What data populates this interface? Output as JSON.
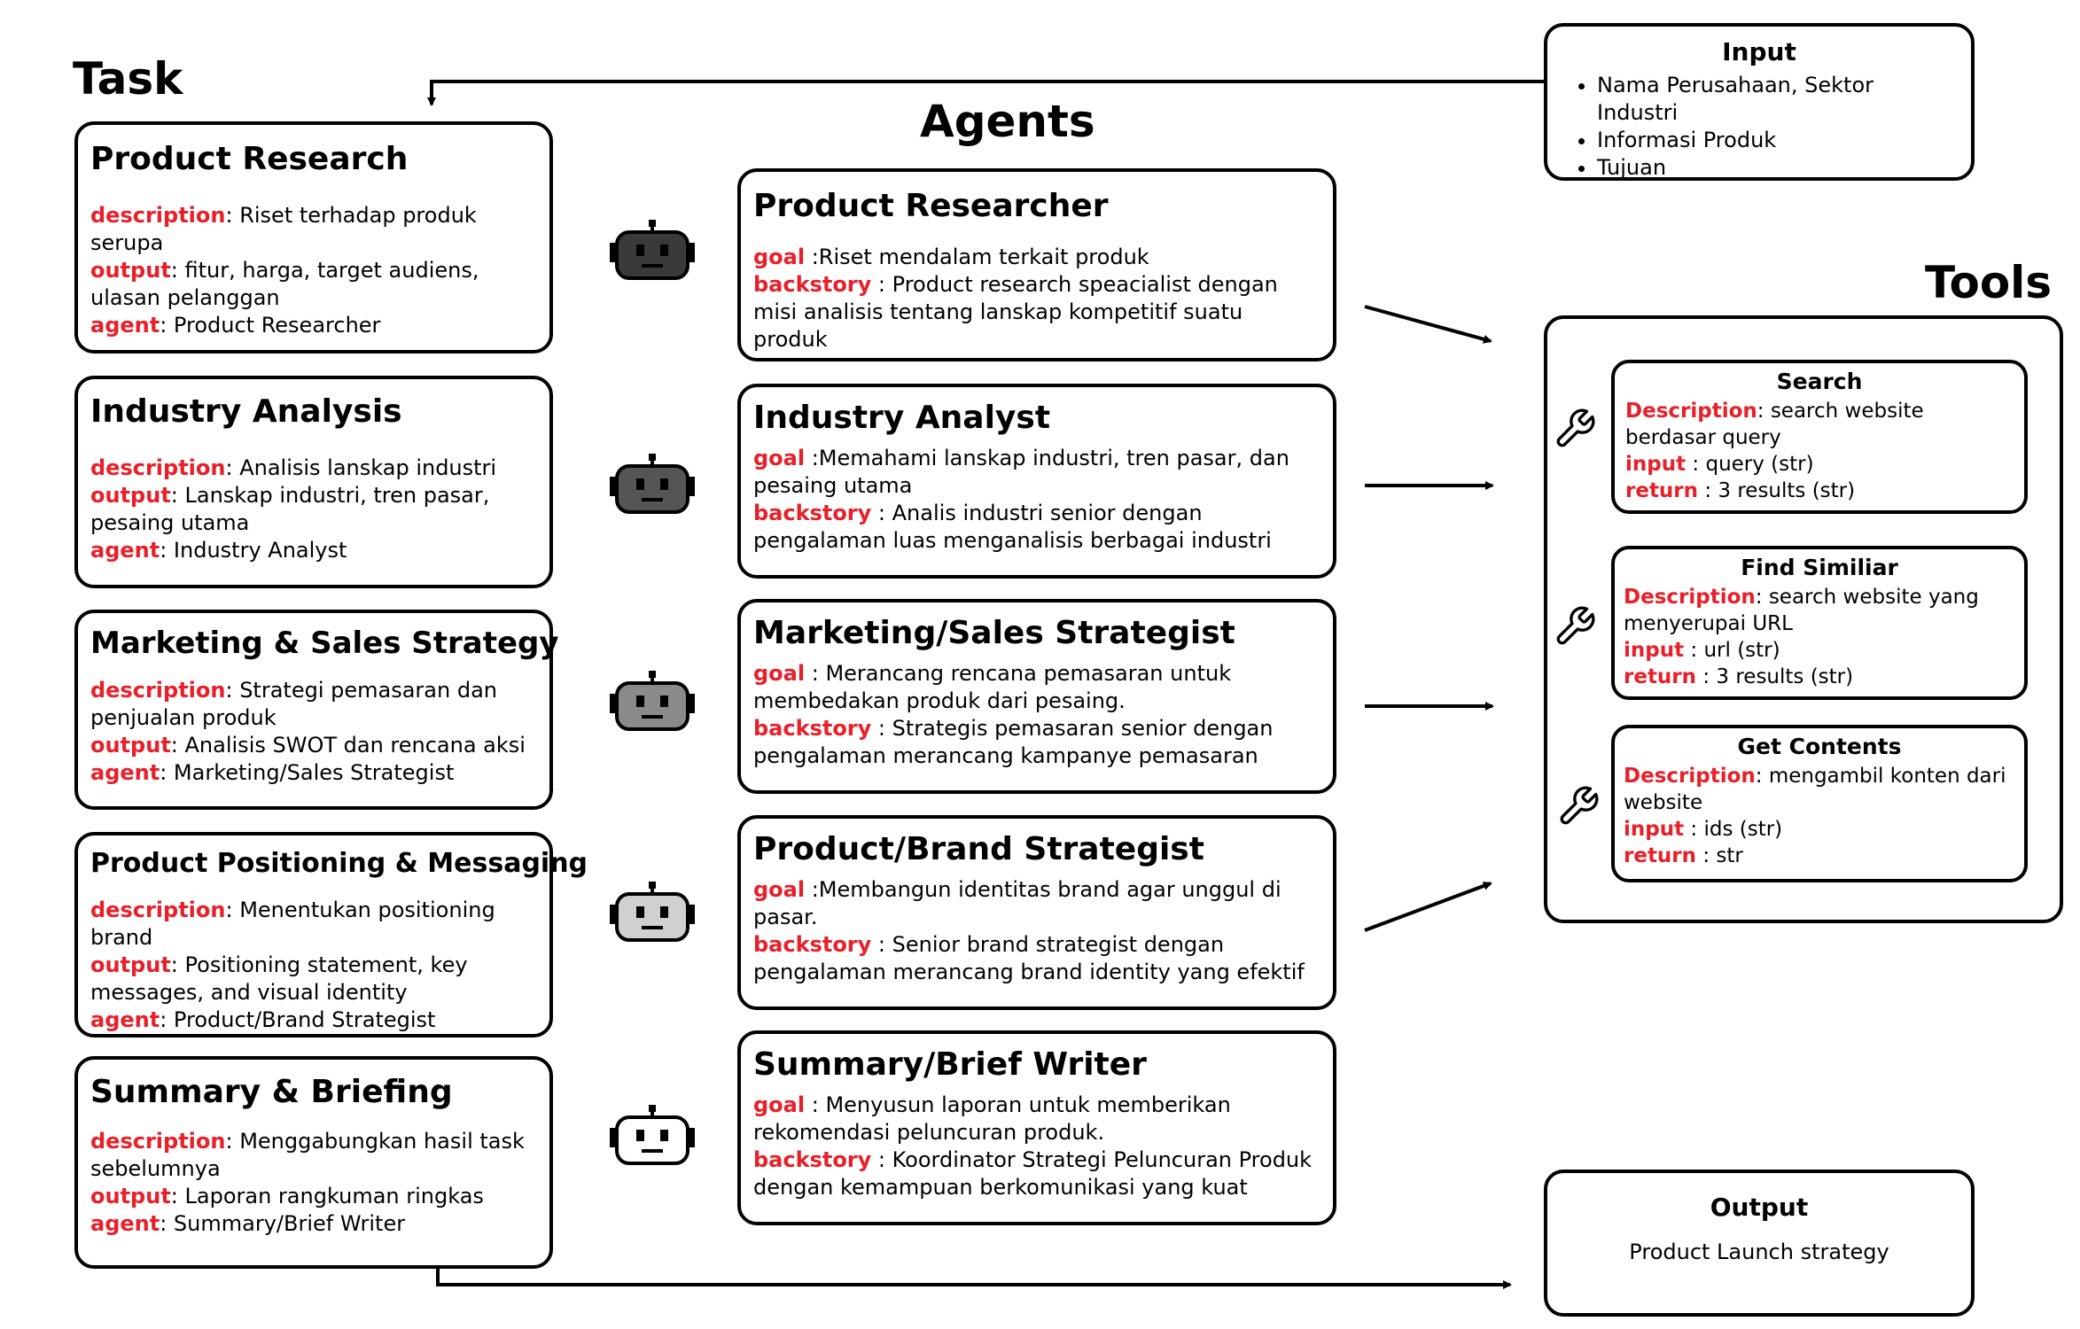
{
  "headings": {
    "task": "Task",
    "agents": "Agents",
    "tools": "Tools"
  },
  "labels": {
    "description": "description",
    "output": "output",
    "agent": "agent",
    "goal": "goal",
    "backstory": "backstory",
    "tool_description": "Description",
    "input": "input",
    "return": "return"
  },
  "tasks": [
    {
      "title": "Product Research",
      "description": ": Riset terhadap produk serupa",
      "output": ": fitur, harga, target audiens, ulasan pelanggan",
      "agent": ": Product Researcher"
    },
    {
      "title": "Industry Analysis",
      "description": ": Analisis lanskap industri",
      "output": ": Lanskap industri, tren pasar, pesaing utama",
      "agent": ": Industry Analyst"
    },
    {
      "title": "Marketing & Sales Strategy",
      "description": ": Strategi pemasaran dan penjualan produk",
      "output": ": Analisis SWOT dan rencana aksi",
      "agent": ": Marketing/Sales Strategist"
    },
    {
      "title": "Product Positioning & Messaging",
      "description": ": Menentukan positioning brand",
      "output": ": Positioning statement, key messages, and visual identity",
      "agent": ": Product/Brand Strategist"
    },
    {
      "title": "Summary & Briefing",
      "description": ": Menggabungkan hasil task sebelumnya",
      "output": ": Laporan rangkuman ringkas",
      "agent": ": Summary/Brief Writer"
    }
  ],
  "agents": [
    {
      "title": "Product Researcher",
      "goal": " :Riset mendalam terkait produk",
      "backstory": " : Product research speacialist dengan misi analisis tentang lanskap kompetitif suatu produk",
      "icon": "robot-icon",
      "color": "#3a3a3a"
    },
    {
      "title": "Industry Analyst",
      "goal": " :Memahami lanskap industri, tren pasar, dan pesaing utama",
      "backstory": " : Analis industri senior dengan pengalaman luas menganalisis berbagai industri",
      "icon": "robot-icon",
      "color": "#555555"
    },
    {
      "title": "Marketing/Sales Strategist",
      "goal": " : Merancang rencana pemasaran untuk membedakan produk dari pesaing.",
      "backstory": " : Strategis pemasaran senior dengan pengalaman merancang kampanye pemasaran",
      "icon": "robot-icon",
      "color": "#8a8a8a"
    },
    {
      "title": "Product/Brand Strategist",
      "goal": " :Membangun identitas brand agar unggul di pasar.",
      "backstory": " : Senior brand strategist dengan pengalaman merancang brand identity yang efektif",
      "icon": "robot-icon",
      "color": "#d0d0d0"
    },
    {
      "title": "Summary/Brief Writer",
      "goal": " : Menyusun laporan untuk memberikan rekomendasi peluncuran produk.",
      "backstory": " : Koordinator Strategi Peluncuran Produk dengan kemampuan berkomunikasi yang kuat",
      "icon": "robot-icon",
      "color": "#ffffff"
    }
  ],
  "tools": [
    {
      "title": "Search",
      "description": ": search website berdasar query",
      "input": " : query (str)",
      "return": " : 3 results (str)",
      "icon": "wrench-icon"
    },
    {
      "title": "Find Similiar",
      "description": ": search website yang menyerupai URL",
      "input": " : url (str)",
      "return": " : 3 results (str)",
      "icon": "wrench-icon"
    },
    {
      "title": "Get Contents",
      "description": ": mengambil konten dari website",
      "input": " : ids (str)",
      "return": " : str",
      "icon": "wrench-icon"
    }
  ],
  "input": {
    "title": "Input",
    "items": [
      "Nama Perusahaan, Sektor Industri",
      "Informasi Produk",
      "Tujuan"
    ]
  },
  "output": {
    "title": "Output",
    "text": "Product Launch strategy"
  },
  "colors": {
    "key": "#e8202a",
    "border": "#000000"
  }
}
